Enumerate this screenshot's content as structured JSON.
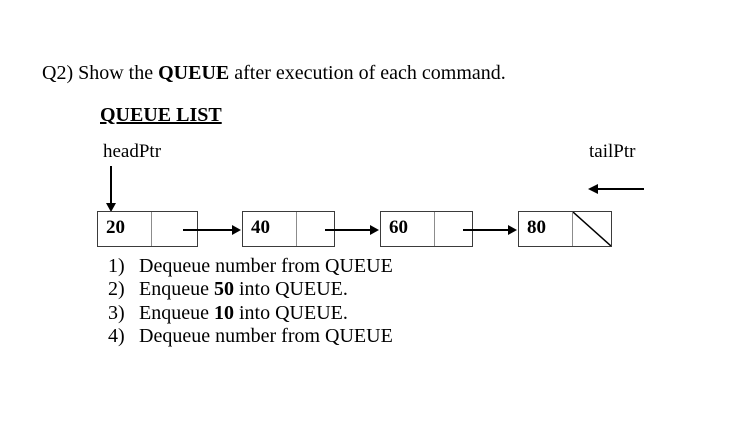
{
  "title": {
    "prefix": "Q2) Show the ",
    "bold": "QUEUE",
    "suffix": " after execution of each command."
  },
  "heading": "QUEUE LIST",
  "diagram": {
    "head_label": "headPtr",
    "tail_label": "tailPtr",
    "nodes": [
      {
        "value": "20",
        "next": "pointer-to-next"
      },
      {
        "value": "40",
        "next": "pointer-to-next"
      },
      {
        "value": "60",
        "next": "pointer-to-next"
      },
      {
        "value": "80",
        "next": "null-slash"
      }
    ]
  },
  "commands": [
    {
      "num": "1)",
      "pre": "Dequeue number from QUEUE",
      "bold": "",
      "post": ""
    },
    {
      "num": "2)",
      "pre": "Enqueue ",
      "bold": "50",
      "post": " into QUEUE."
    },
    {
      "num": "3)",
      "pre": "Enqueue ",
      "bold": "10",
      "post": " into QUEUE."
    },
    {
      "num": "4)",
      "pre": "Dequeue number from QUEUE",
      "bold": "",
      "post": ""
    }
  ],
  "colors": {
    "ink": "#000000",
    "page_bg": "#ffffff",
    "node_border": "#3b3b3b",
    "cell_divider": "#8c8c8c"
  }
}
